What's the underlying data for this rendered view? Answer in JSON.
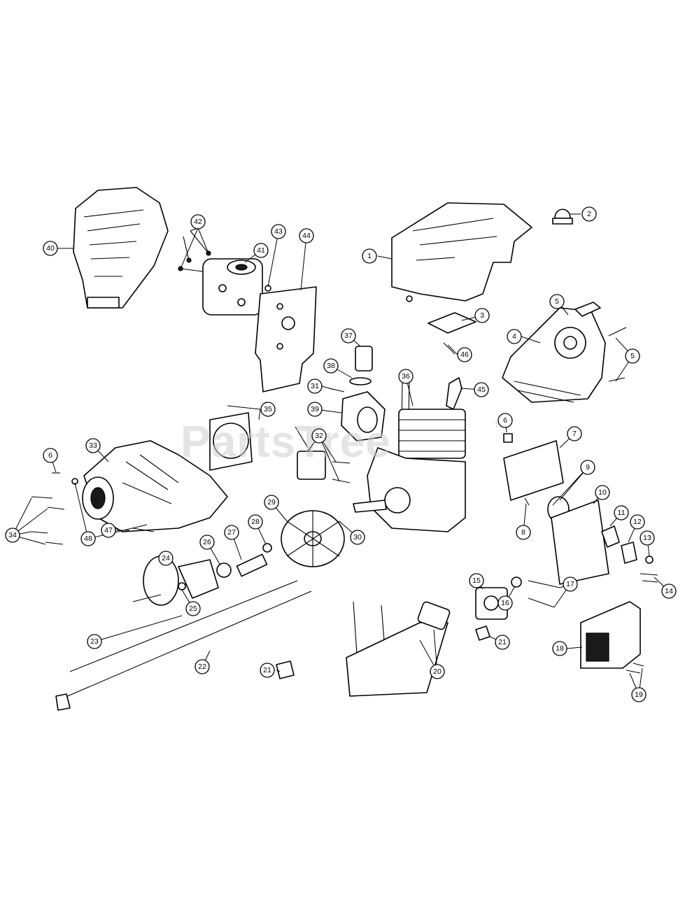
{
  "watermark": {
    "text": "PartsTree",
    "trademark": "TM"
  },
  "callouts": [
    {
      "label": "1"
    },
    {
      "label": "2"
    },
    {
      "label": "3"
    },
    {
      "label": "4"
    },
    {
      "label": "5"
    },
    {
      "label": "5"
    },
    {
      "label": "6"
    },
    {
      "label": "6"
    },
    {
      "label": "7"
    },
    {
      "label": "8"
    },
    {
      "label": "9"
    },
    {
      "label": "10"
    },
    {
      "label": "11"
    },
    {
      "label": "12"
    },
    {
      "label": "13"
    },
    {
      "label": "14"
    },
    {
      "label": "15"
    },
    {
      "label": "16"
    },
    {
      "label": "17"
    },
    {
      "label": "18"
    },
    {
      "label": "19"
    },
    {
      "label": "20"
    },
    {
      "label": "21"
    },
    {
      "label": "21"
    },
    {
      "label": "22"
    },
    {
      "label": "23"
    },
    {
      "label": "24"
    },
    {
      "label": "25"
    },
    {
      "label": "26"
    },
    {
      "label": "27"
    },
    {
      "label": "28"
    },
    {
      "label": "29"
    },
    {
      "label": "30"
    },
    {
      "label": "31"
    },
    {
      "label": "32"
    },
    {
      "label": "33"
    },
    {
      "label": "34"
    },
    {
      "label": "35"
    },
    {
      "label": "36"
    },
    {
      "label": "37"
    },
    {
      "label": "38"
    },
    {
      "label": "39"
    },
    {
      "label": "40"
    },
    {
      "label": "41"
    },
    {
      "label": "42"
    },
    {
      "label": "43"
    },
    {
      "label": "44"
    },
    {
      "label": "45"
    },
    {
      "label": "46"
    },
    {
      "label": "47"
    },
    {
      "label": "48"
    }
  ]
}
